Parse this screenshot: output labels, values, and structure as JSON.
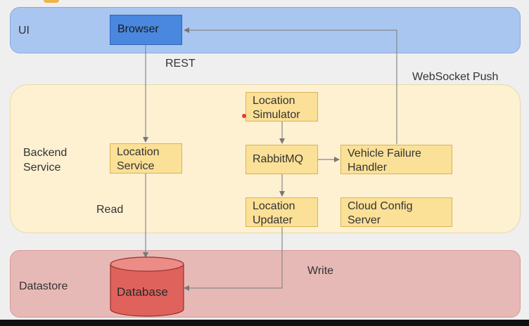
{
  "lanes": {
    "ui": "UI",
    "backend": "Backend\nService",
    "datastore": "Datastore"
  },
  "nodes": {
    "browser": "Browser",
    "location_simulator": "Location\nSimulator",
    "location_service": "Location\nService",
    "rabbitmq": "RabbitMQ",
    "vehicle_failure_handler": "Vehicle Failure\nHandler",
    "location_updater": "Location\nUpdater",
    "cloud_config_server": "Cloud Config\nServer",
    "database": "Database"
  },
  "edge_labels": {
    "rest": "REST",
    "websocket_push": "WebSocket Push",
    "read": "Read",
    "write": "Write"
  },
  "colors": {
    "ui_lane": "#a9c6f1",
    "backend_lane": "#fdf1d2",
    "datastore_lane": "#e7b9b6",
    "browser": "#4a88e0",
    "service_box": "#fbe097",
    "database": "#e0625c"
  }
}
